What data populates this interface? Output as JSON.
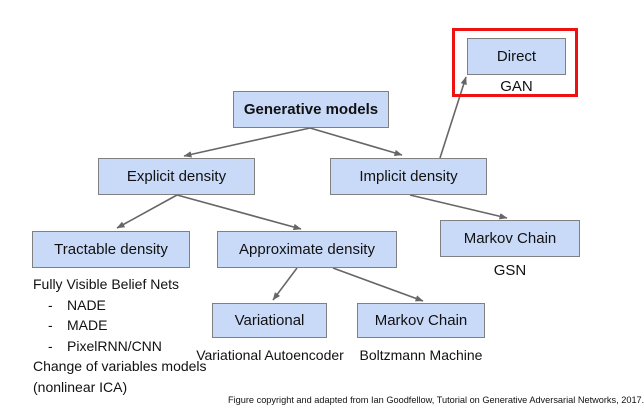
{
  "diagram": {
    "nodes": {
      "generative": {
        "label": "Generative models"
      },
      "explicit": {
        "label": "Explicit density"
      },
      "implicit": {
        "label": "Implicit density"
      },
      "direct": {
        "label": "Direct"
      },
      "tractable": {
        "label": "Tractable density"
      },
      "approximate": {
        "label": "Approximate density"
      },
      "markov_gsn": {
        "label": "Markov Chain"
      },
      "variational": {
        "label": "Variational"
      },
      "markov_bm": {
        "label": "Markov Chain"
      }
    },
    "sublabels": {
      "gan": "GAN",
      "gsn": "GSN",
      "vae": "Variational Autoencoder",
      "boltzmann": "Boltzmann Machine"
    },
    "notes": {
      "items": [
        {
          "bullet": "",
          "text": "Fully Visible Belief Nets"
        },
        {
          "bullet": "-",
          "text": "NADE"
        },
        {
          "bullet": "-",
          "text": "MADE"
        },
        {
          "bullet": "-",
          "text": "PixelRNN/CNN"
        },
        {
          "bullet": "",
          "text": "Change of variables models"
        },
        {
          "bullet": "",
          "text": "(nonlinear ICA)"
        }
      ]
    },
    "caption": "Figure copyright and adapted from Ian Goodfellow, Tutorial on Generative Adversarial Networks, 2017.",
    "colors": {
      "node_fill": "#c9daf8",
      "node_border": "#808080",
      "arrow": "#666666",
      "highlight_red": "#ee1111"
    }
  }
}
